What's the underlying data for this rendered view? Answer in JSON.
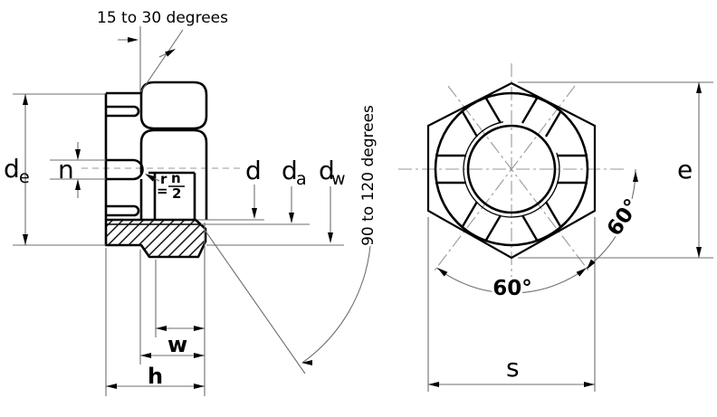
{
  "side_view": {
    "angle_top": "15 to 30 degrees",
    "angle_bearing": "90 to 120 degrees",
    "dim_de": {
      "main": "d",
      "sub": "e"
    },
    "dim_n": "n",
    "slot_radius": {
      "r": "r",
      "eq": "=",
      "num": "n",
      "den": "2"
    },
    "dim_d": "d",
    "dim_da": {
      "main": "d",
      "sub": "a"
    },
    "dim_dw": {
      "main": "d",
      "sub": "w"
    },
    "dim_w": "w",
    "dim_h": "h"
  },
  "top_view": {
    "dim_e": "e",
    "dim_s": "s",
    "angle_bottom": "60°",
    "angle_right": "60°"
  },
  "colors": {
    "outline": "#000000",
    "dimension": "#6e6e6e",
    "centerline": "#999999",
    "background": "#ffffff"
  }
}
